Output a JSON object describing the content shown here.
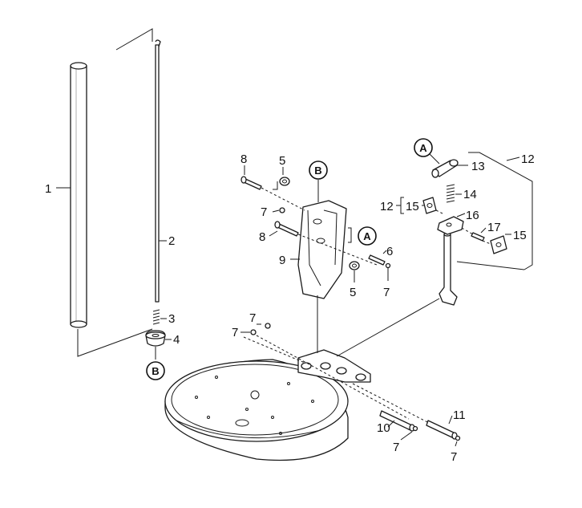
{
  "diagram": {
    "callouts": {
      "c1": "1",
      "c2": "2",
      "c3": "3",
      "c4": "4",
      "c5a": "5",
      "c5b": "5",
      "c6": "6",
      "c7a": "7",
      "c7b": "7",
      "c7c": "7",
      "c7d": "7",
      "c7e": "7",
      "c7f": "7",
      "c8a": "8",
      "c8b": "8",
      "c9": "9",
      "c10": "10",
      "c11": "11",
      "c12a": "12",
      "c12b": "12",
      "c13": "13",
      "c14": "14",
      "c15a": "15",
      "c15b": "15",
      "c16": "16",
      "c17": "17"
    },
    "references": {
      "refA1": "A",
      "refA2": "A",
      "refB1": "B",
      "refB2": "B"
    }
  }
}
